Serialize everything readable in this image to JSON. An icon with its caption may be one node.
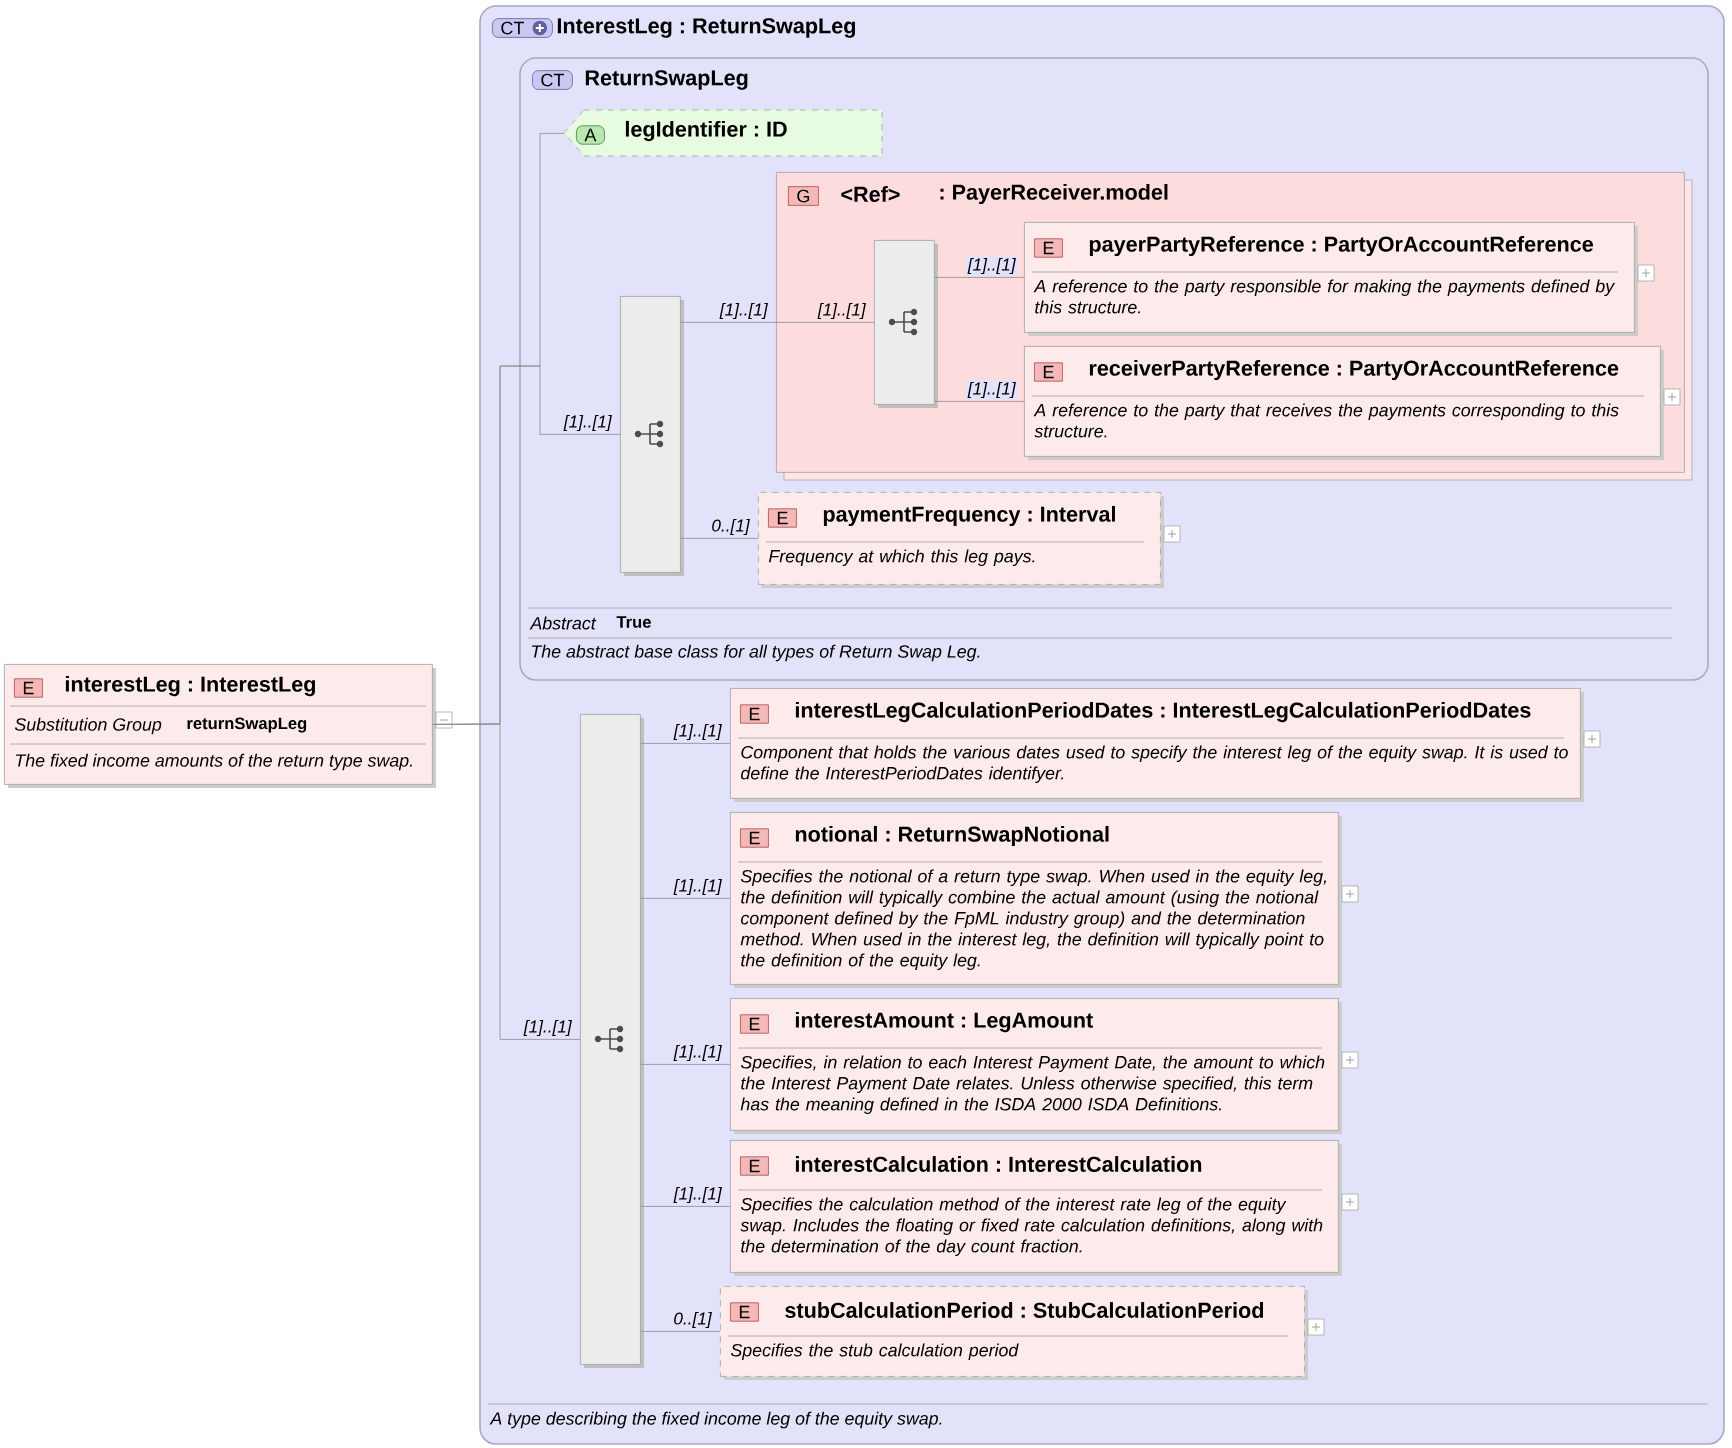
{
  "diagram": {
    "nodes": [
      {
        "text": [
          "E",
          "interestLeg : InterestLeg",
          "Substitution Group",
          "returnSwapLeg",
          "The fixed income amounts of the return type swap."
        ]
      },
      {
        "text": [
          "CT",
          "InterestLeg : ReturnSwapLeg",
          "A type describing the fixed income leg of the equity swap."
        ]
      },
      {
        "text": [
          "CT",
          "ReturnSwapLeg",
          "Abstract",
          "True",
          "The abstract base class for all types of Return Swap Leg."
        ],
        "in": 1
      },
      {
        "text": [
          "A",
          "legIdentifier : ID"
        ],
        "in": 2
      },
      {
        "text": [],
        "shape": "bar",
        "in": 2
      },
      {
        "text": [
          "G",
          "<Ref>",
          ": PayerReceiver.model"
        ],
        "in": 2
      },
      {
        "text": [],
        "shape": "bar",
        "in": 5
      },
      {
        "text": [
          "E",
          "payerPartyReference : PartyOrAccountReference",
          "A reference to the party responsible for making the payments defined by this structure."
        ],
        "in": 5
      },
      {
        "text": [
          "E",
          "receiverPartyReference : PartyOrAccountReference",
          "A reference to the party that receives the payments corresponding to this structure."
        ],
        "in": 5
      },
      {
        "text": [
          "E",
          "paymentFrequency : Interval",
          "Frequency at which this leg pays."
        ],
        "in": 2
      },
      {
        "text": [],
        "shape": "bar",
        "in": 1
      },
      {
        "text": [
          "E",
          "interestLegCalculationPeriodDates : InterestLegCalculationPeriodDates",
          "Component that holds the various dates used to specify the interest leg of the equity swap. It is used to define the InterestPeriodDates identifyer."
        ],
        "in": 1
      },
      {
        "text": [
          "E",
          "notional : ReturnSwapNotional",
          "Specifies the notional of a return type swap. When used in the equity leg, the definition will typically combine the actual amount (using the notional component defined by the FpML industry group) and the determination method. When used in the interest leg, the definition will typically point to the definition of the equity leg."
        ],
        "in": 1
      },
      {
        "text": [
          "E",
          "interestAmount : LegAmount",
          "Specifies, in relation to each Interest Payment Date, the amount to which the Interest Payment Date relates. Unless otherwise specified, this term has the meaning defined in the ISDA 2000 ISDA Definitions."
        ],
        "in": 1
      },
      {
        "text": [
          "E",
          "interestCalculation : InterestCalculation",
          "Specifies the calculation method of the interest rate leg of the equity swap. Includes the floating or fixed rate calculation definitions, along with the determination of the day count fraction."
        ],
        "in": 1
      },
      {
        "text": [
          "E",
          "stubCalculationPeriod : StubCalculationPeriod",
          "Specifies the stub calculation period"
        ],
        "in": 1
      }
    ],
    "edges": [
      {
        "from": 0,
        "to": 3,
        "arrow": "none"
      },
      {
        "from": 0,
        "to": 4,
        "arrow": "none",
        "label": "[1]..[1]"
      },
      {
        "from": 0,
        "to": 10,
        "arrow": "none",
        "label": "[1]..[1]"
      },
      {
        "from": 4,
        "to": 5,
        "arrow": "none",
        "label": "[1]..[1]"
      },
      {
        "from": 5,
        "to": 6,
        "arrow": "none",
        "label": "[1]..[1]"
      },
      {
        "from": 6,
        "to": 7,
        "arrow": "none",
        "label": "[1]..[1]"
      },
      {
        "from": 6,
        "to": 8,
        "arrow": "none",
        "label": "[1]..[1]"
      },
      {
        "from": 4,
        "to": 9,
        "arrow": "none",
        "label": "0..[1]"
      },
      {
        "from": 10,
        "to": 11,
        "arrow": "none",
        "label": "[1]..[1]"
      },
      {
        "from": 10,
        "to": 12,
        "arrow": "none",
        "label": "[1]..[1]"
      },
      {
        "from": 10,
        "to": 13,
        "arrow": "none",
        "label": "[1]..[1]"
      },
      {
        "from": 10,
        "to": 14,
        "arrow": "none",
        "label": "[1]..[1]"
      },
      {
        "from": 10,
        "to": 15,
        "arrow": "none",
        "label": "0..[1]"
      }
    ]
  }
}
